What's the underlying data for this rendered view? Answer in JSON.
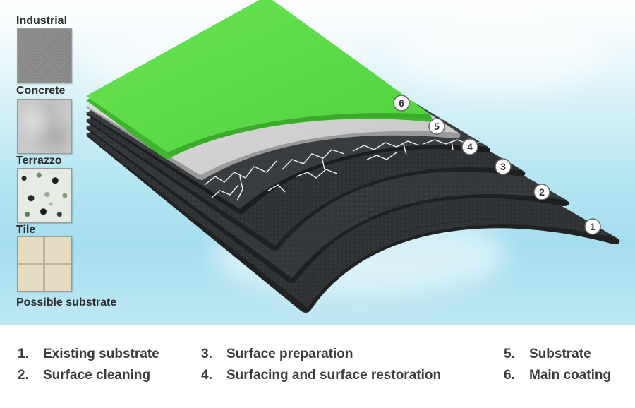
{
  "substrates": {
    "industrial_label": "Industrial",
    "concrete_label": "Concrete",
    "terrazzo_label": "Terrazzo",
    "tile_label": "Tile",
    "caption": "Possible substrate"
  },
  "layer_markers": [
    "1",
    "2",
    "3",
    "4",
    "5",
    "6"
  ],
  "legend": [
    {
      "num": "1.",
      "label": "Existing substrate"
    },
    {
      "num": "2.",
      "label": "Surface cleaning"
    },
    {
      "num": "3.",
      "label": "Surface preparation"
    },
    {
      "num": "4.",
      "label": "Surfacing and surface restoration"
    },
    {
      "num": "5.",
      "label": "Substrate"
    },
    {
      "num": "6.",
      "label": "Main coating"
    }
  ],
  "colors": {
    "main_coating": "#5fdc4a",
    "substrate": "#d6d6d6",
    "cracked_layer": "#3a3d40",
    "dark_layers": "#2f3234"
  }
}
